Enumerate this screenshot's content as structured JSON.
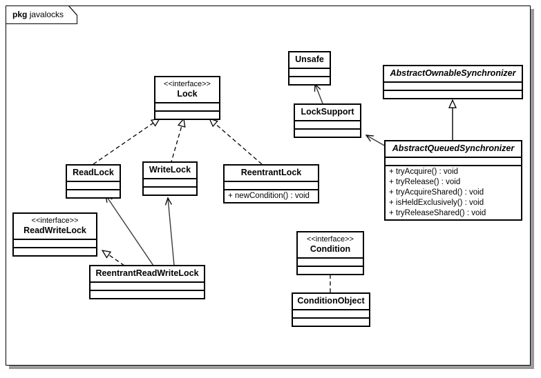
{
  "diagram": {
    "kind": "uml-class-diagram",
    "package_keyword": "pkg",
    "package_name": "javalocks",
    "background": "#ffffff",
    "line_color": "#000000",
    "frame_shadow_color": "#9a9a9a"
  },
  "classes": {
    "lock": {
      "stereotype": "<<interface>>",
      "name": "Lock",
      "abstract": false,
      "members": []
    },
    "unsafe": {
      "stereotype": "",
      "name": "Unsafe",
      "abstract": false,
      "members": []
    },
    "lock_support": {
      "stereotype": "",
      "name": "LockSupport",
      "abstract": false,
      "members": []
    },
    "abstract_ownable_synchronizer": {
      "stereotype": "",
      "name": "AbstractOwnableSynchronizer",
      "abstract": true,
      "members": []
    },
    "abstract_queued_synchronizer": {
      "stereotype": "",
      "name": "AbstractQueuedSynchronizer",
      "abstract": true,
      "members": [
        "+ tryAcquire() : void",
        "+ tryRelease() : void",
        "+ tryAcquireShared() : void",
        "+ isHeldExclusively() : void",
        "+ tryReleaseShared() : void"
      ]
    },
    "read_lock": {
      "stereotype": "",
      "name": "ReadLock",
      "abstract": false,
      "members": []
    },
    "write_lock": {
      "stereotype": "",
      "name": "WriteLock",
      "abstract": false,
      "members": []
    },
    "reentrant_lock": {
      "stereotype": "",
      "name": "ReentrantLock",
      "abstract": false,
      "members": [
        "+ newCondition() : void"
      ]
    },
    "read_write_lock": {
      "stereotype": "<<interface>>",
      "name": "ReadWriteLock",
      "abstract": false,
      "members": []
    },
    "reentrant_read_write_lock": {
      "stereotype": "",
      "name": "ReentrantReadWriteLock",
      "abstract": false,
      "members": []
    },
    "condition": {
      "stereotype": "<<interface>>",
      "name": "Condition",
      "abstract": false,
      "members": []
    },
    "condition_object": {
      "stereotype": "",
      "name": "ConditionObject",
      "abstract": false,
      "members": []
    }
  },
  "relations": [
    {
      "from": "ReadLock",
      "to": "Lock",
      "type": "realization"
    },
    {
      "from": "WriteLock",
      "to": "Lock",
      "type": "realization"
    },
    {
      "from": "ReentrantLock",
      "to": "Lock",
      "type": "realization"
    },
    {
      "from": "ReentrantReadWriteLock",
      "to": "ReadWriteLock",
      "type": "realization"
    },
    {
      "from": "ConditionObject",
      "to": "Condition",
      "type": "realization"
    },
    {
      "from": "ReentrantReadWriteLock",
      "to": "ReadLock",
      "type": "association"
    },
    {
      "from": "ReentrantReadWriteLock",
      "to": "WriteLock",
      "type": "association"
    },
    {
      "from": "LockSupport",
      "to": "Unsafe",
      "type": "association"
    },
    {
      "from": "AbstractQueuedSynchronizer",
      "to": "LockSupport",
      "type": "association"
    },
    {
      "from": "AbstractQueuedSynchronizer",
      "to": "AbstractOwnableSynchronizer",
      "type": "generalization"
    }
  ]
}
